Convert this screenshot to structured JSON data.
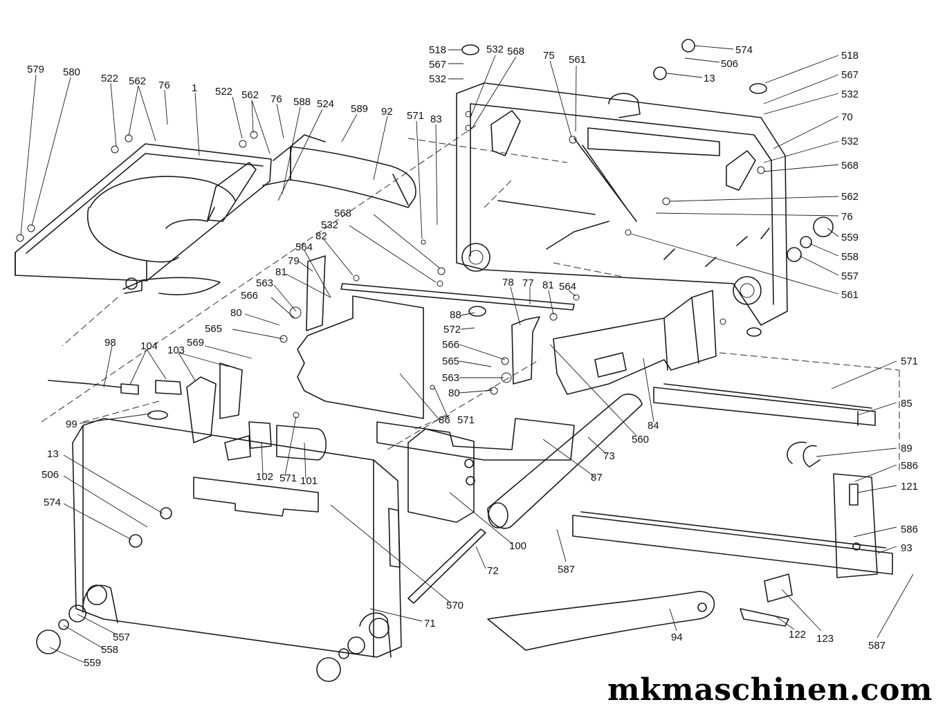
{
  "watermark": "mkmaschinen.com",
  "callouts": {
    "c579": "579",
    "c580": "580",
    "c522a": "522",
    "c562a": "562",
    "c76a": "76",
    "c1": "1",
    "c522b": "522",
    "c562b": "562",
    "c76b": "76",
    "c588": "588",
    "c524": "524",
    "c589": "589",
    "c92": "92",
    "c571a": "571",
    "c83": "83",
    "c518a": "518",
    "c567a": "567",
    "c532a": "532",
    "c532b": "532",
    "c568a": "568",
    "c75": "75",
    "c561a": "561",
    "c574a": "574",
    "c506a": "506",
    "c13a": "13",
    "c518b": "518",
    "c567b": "567",
    "c532c": "532",
    "c70": "70",
    "c532d": "532",
    "c568b": "568",
    "c562c": "562",
    "c76c": "76",
    "c559a": "559",
    "c558a": "558",
    "c557a": "557",
    "c561b": "561",
    "c568c": "568",
    "c532e": "532",
    "c82": "82",
    "c564a": "564",
    "c79": "79",
    "c81a": "81",
    "c563a": "563",
    "c566a": "566",
    "c80a": "80",
    "c565a": "565",
    "c78": "78",
    "c77": "77",
    "c81b": "81",
    "c564b": "564",
    "c88": "88",
    "c572": "572",
    "c566b": "566",
    "c565b": "565",
    "c563b": "563",
    "c80b": "80",
    "c98": "98",
    "c104": "104",
    "c103": "103",
    "c569": "569",
    "c99": "99",
    "c86": "86",
    "c571b": "571",
    "c13b": "13",
    "c506b": "506",
    "c574b": "574",
    "c102": "102",
    "c571c": "571",
    "c101": "101",
    "c560": "560",
    "c84": "84",
    "c571d": "571",
    "c85": "85",
    "c89": "89",
    "c73": "73",
    "c87": "87",
    "c586a": "586",
    "c121": "121",
    "c586b": "586",
    "c93": "93",
    "c100": "100",
    "c72": "72",
    "c587a": "587",
    "c570": "570",
    "c71": "71",
    "c557b": "557",
    "c558b": "558",
    "c559b": "559",
    "c94": "94",
    "c122": "122",
    "c123": "123",
    "c587b": "587"
  }
}
